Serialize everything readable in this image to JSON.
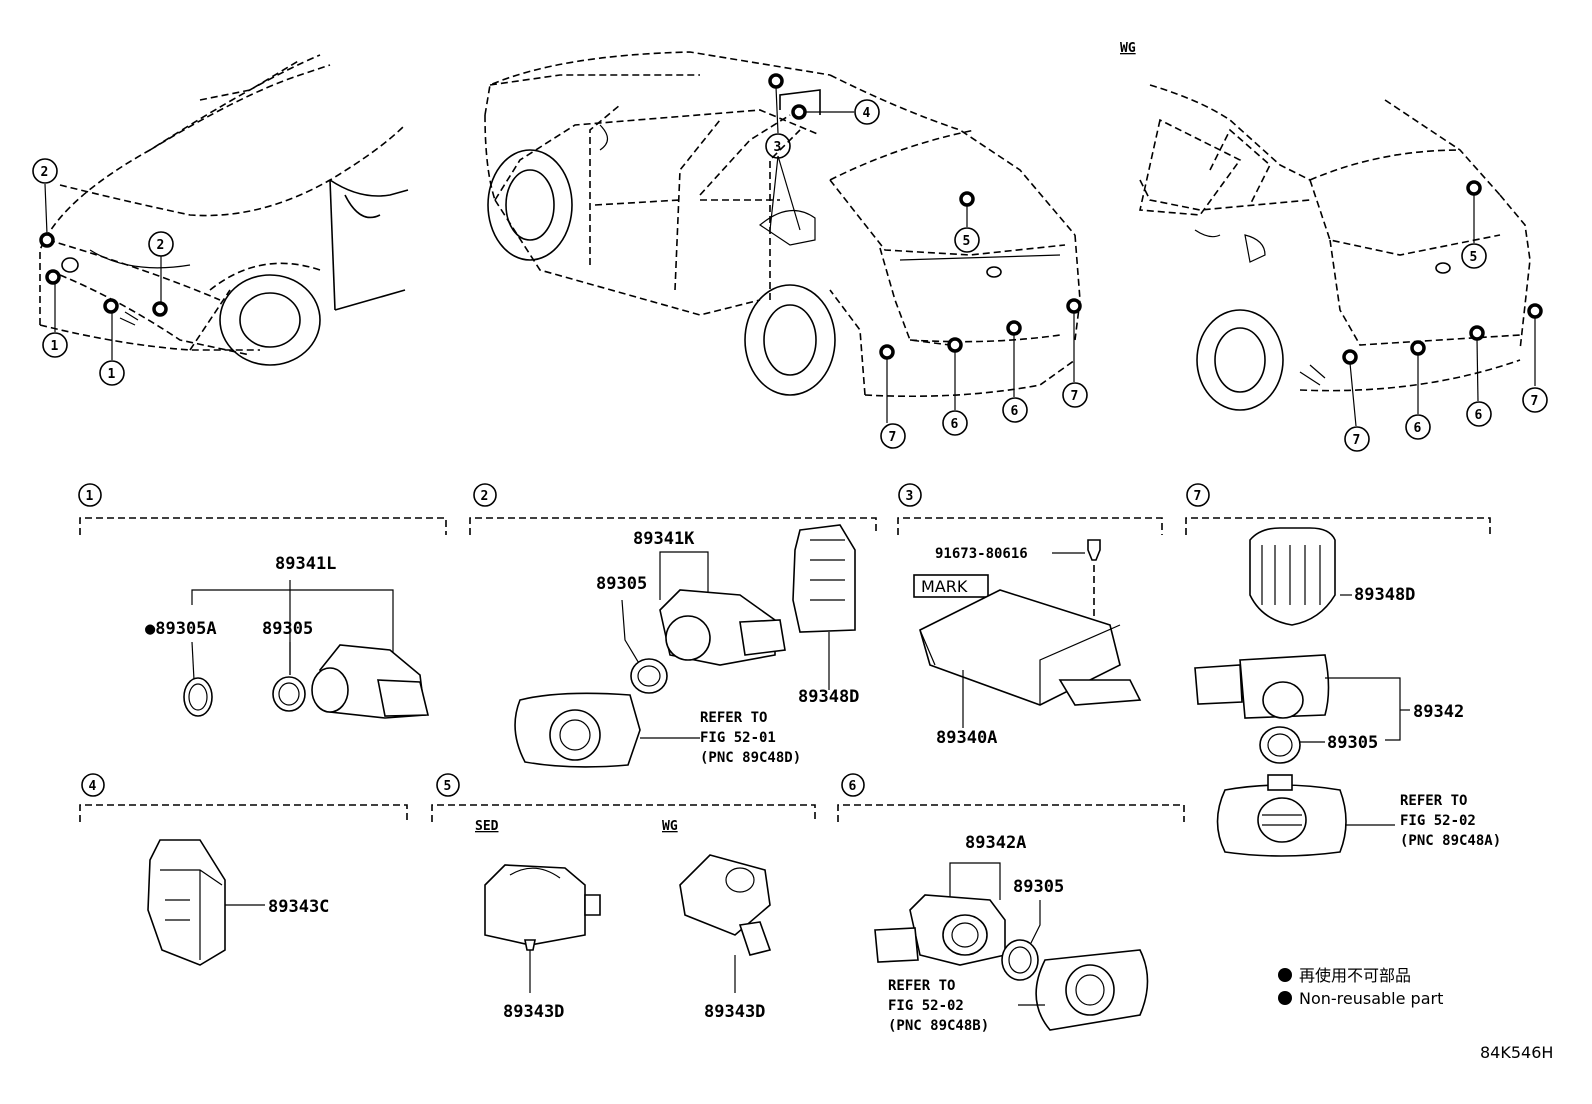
{
  "diagram_code": "WG",
  "footer_code": "84K546H",
  "callouts": [
    "1",
    "2",
    "3",
    "4",
    "5",
    "6",
    "7"
  ],
  "groups": {
    "g1": {
      "num": "1",
      "labels": {
        "assy": "89341L",
        "ring_a": "●89305A",
        "ring": "89305"
      }
    },
    "g2": {
      "num": "2",
      "labels": {
        "assy": "89341K",
        "ring": "89305",
        "bracket": "89348D",
        "ref1": "REFER TO",
        "ref2": "FIG 52-01",
        "ref3": "(PNC 89C48D)"
      }
    },
    "g3": {
      "num": "3",
      "labels": {
        "bolt": "91673-80616",
        "mark": "MARK",
        "ecu": "89340A"
      }
    },
    "g7": {
      "num": "7",
      "labels": {
        "bracket": "89348D",
        "assy": "89342",
        "ring": "89305",
        "ref1": "REFER TO",
        "ref2": "FIG 52-02",
        "ref3": "(PNC 89C48A)"
      }
    },
    "g4": {
      "num": "4",
      "labels": {
        "part": "89343C"
      }
    },
    "g5": {
      "num": "5",
      "labels": {
        "sed": "SED",
        "wg": "WG",
        "part_sed": "89343D",
        "part_wg": "89343D"
      }
    },
    "g6": {
      "num": "6",
      "labels": {
        "assy": "89342A",
        "ring": "89305",
        "ref1": "REFER TO",
        "ref2": "FIG 52-02",
        "ref3": "(PNC 89C48B)"
      }
    }
  },
  "legend": {
    "jp": "再使用不可部品",
    "en": "Non-reusable part"
  }
}
